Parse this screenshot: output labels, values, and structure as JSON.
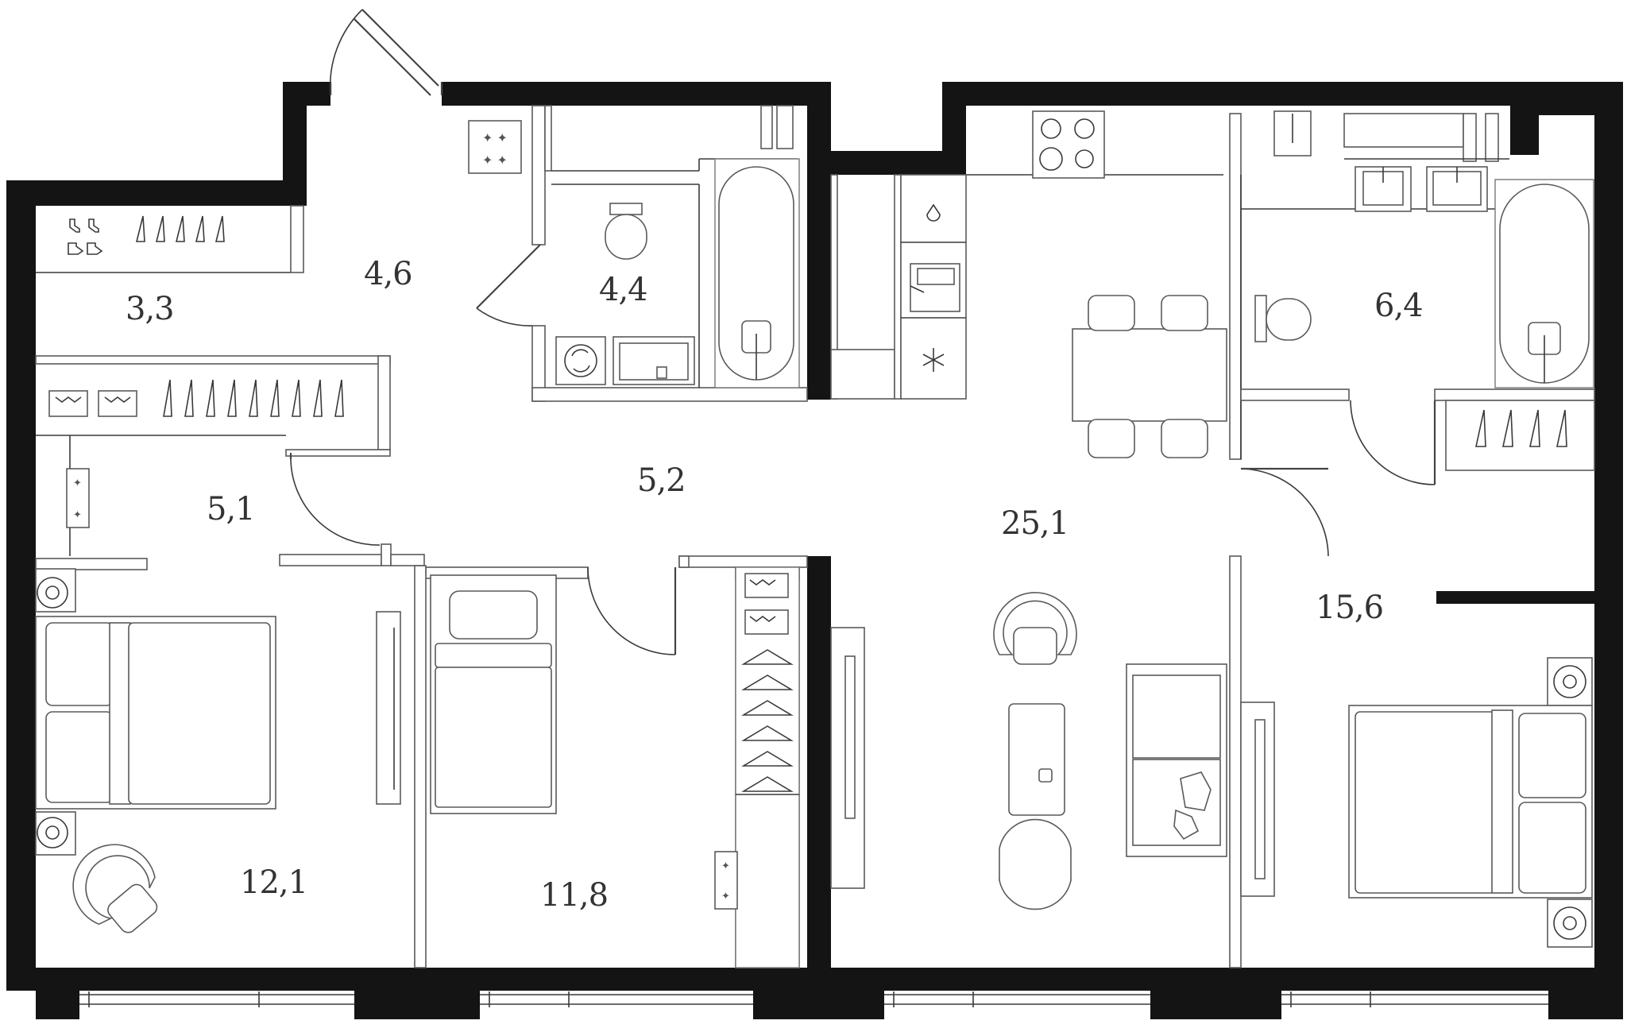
{
  "rooms": [
    {
      "id": "wardrobe-entry",
      "area": "3,3"
    },
    {
      "id": "hall-entry",
      "area": "4,6"
    },
    {
      "id": "bathroom-1",
      "area": "4,4"
    },
    {
      "id": "wardrobe-2",
      "area": "5,1"
    },
    {
      "id": "corridor",
      "area": "5,2"
    },
    {
      "id": "living-kitchen",
      "area": "25,1"
    },
    {
      "id": "bathroom-2",
      "area": "6,4"
    },
    {
      "id": "bedroom-1",
      "area": "12,1"
    },
    {
      "id": "bedroom-2",
      "area": "11,8"
    },
    {
      "id": "bedroom-master",
      "area": "15,6"
    }
  ],
  "colors": {
    "wall": "#141414",
    "line": "#3a3a3a",
    "background": "#ffffff"
  }
}
